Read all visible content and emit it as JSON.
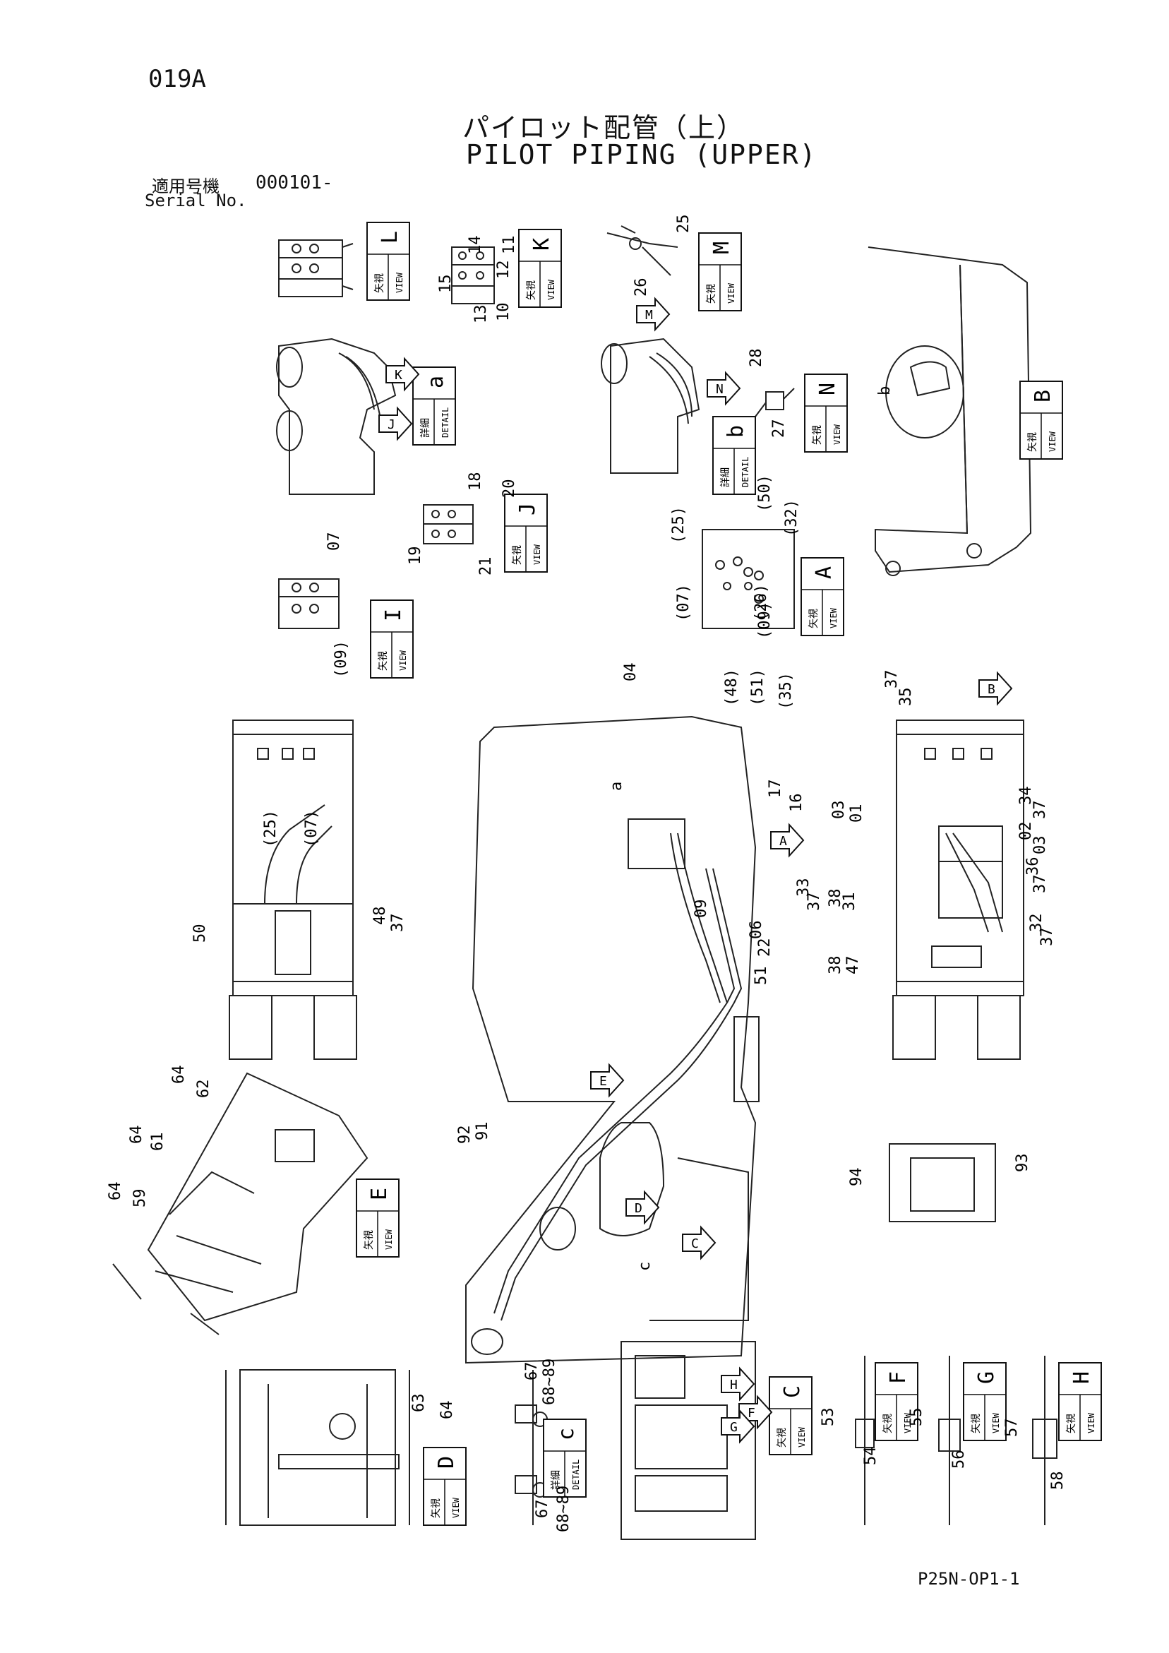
{
  "header": {
    "page_code": "019A",
    "title_jp": "パイロット配管（上）",
    "title_en": "PILOT PIPING (UPPER)",
    "serial_label_jp": "適用号機",
    "serial_label_en": "Serial No.",
    "serial_value": "000101-"
  },
  "footer": {
    "drawing_number": "P25N-OP1-1"
  },
  "views": [
    {
      "letter": "L",
      "jp": "矢視",
      "en": "VIEW"
    },
    {
      "letter": "K",
      "jp": "矢視",
      "en": "VIEW"
    },
    {
      "letter": "M",
      "jp": "矢視",
      "en": "VIEW"
    },
    {
      "letter": "a",
      "jp": "詳細",
      "en": "DETAIL"
    },
    {
      "letter": "b",
      "jp": "詳細",
      "en": "DETAIL"
    },
    {
      "letter": "N",
      "jp": "矢視",
      "en": "VIEW"
    },
    {
      "letter": "B",
      "jp": "矢視",
      "en": "VIEW"
    },
    {
      "letter": "J",
      "jp": "矢視",
      "en": "VIEW"
    },
    {
      "letter": "A",
      "jp": "矢視",
      "en": "VIEW"
    },
    {
      "letter": "I",
      "jp": "矢視",
      "en": "VIEW"
    },
    {
      "letter": "E",
      "jp": "矢視",
      "en": "VIEW"
    },
    {
      "letter": "D",
      "jp": "矢視",
      "en": "VIEW"
    },
    {
      "letter": "c",
      "jp": "詳細",
      "en": "DETAIL"
    },
    {
      "letter": "C",
      "jp": "矢視",
      "en": "VIEW"
    },
    {
      "letter": "F",
      "jp": "矢視",
      "en": "VIEW"
    },
    {
      "letter": "G",
      "jp": "矢視",
      "en": "VIEW"
    },
    {
      "letter": "H",
      "jp": "矢視",
      "en": "VIEW"
    }
  ],
  "arrows": [
    "K",
    "J",
    "M",
    "N",
    "B",
    "A",
    "D",
    "E",
    "C",
    "H",
    "F",
    "G"
  ],
  "detail_markers": [
    "a",
    "b",
    "c"
  ],
  "part_labels": [
    "14",
    "11",
    "15",
    "12",
    "13",
    "10",
    "25",
    "26",
    "28",
    "27",
    "18",
    "20",
    "19",
    "21",
    "07",
    "(09)",
    "(50)",
    "(25)",
    "(32)",
    "(26)",
    "(07)",
    "(09)",
    "(48)",
    "(51)",
    "(35)",
    "37",
    "35",
    "04",
    "17",
    "16",
    "33",
    "37",
    "09",
    "06",
    "22",
    "51",
    "03",
    "01",
    "34",
    "37",
    "02",
    "03",
    "36",
    "37",
    "38",
    "31",
    "32",
    "37",
    "38",
    "47",
    "(25)",
    "(07)",
    "50",
    "48",
    "37",
    "64",
    "62",
    "64",
    "61",
    "64",
    "59",
    "92",
    "91",
    "94",
    "93",
    "63",
    "64",
    "67",
    "68~89",
    "67",
    "68~89",
    "53",
    "54",
    "55",
    "56",
    "57",
    "58"
  ]
}
